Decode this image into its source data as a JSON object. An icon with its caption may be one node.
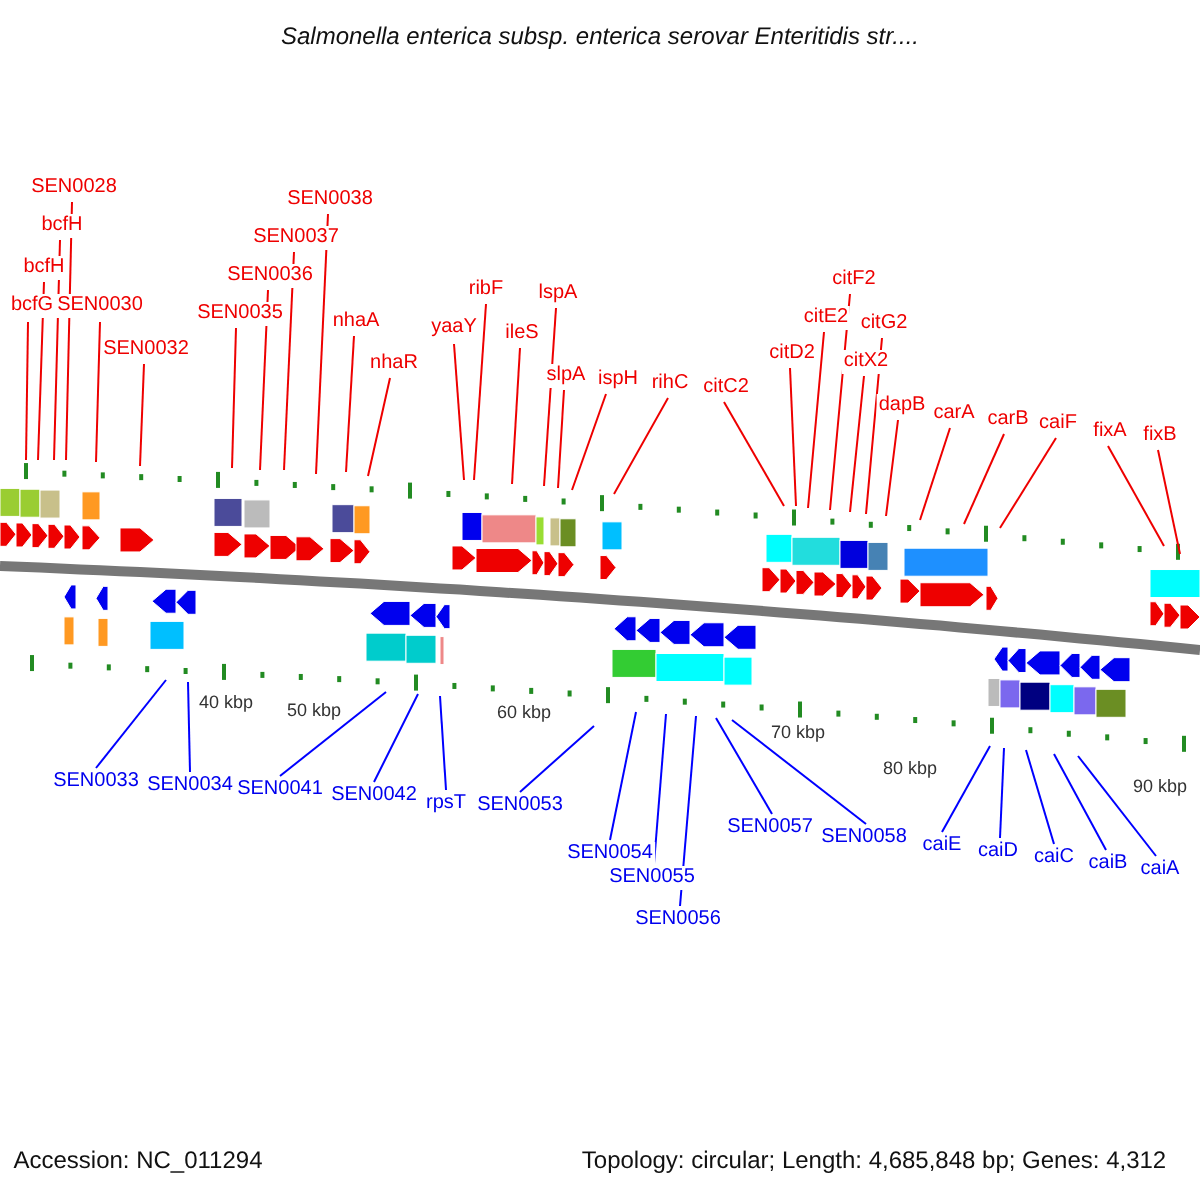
{
  "diagram": {
    "title": "Salmonella enterica subsp. enterica serovar Enteritidis str....",
    "nodes": [
      {
        "text": [
          "bcfG"
        ]
      },
      {
        "text": [
          "bcfH"
        ]
      },
      {
        "text": [
          "bcfH"
        ]
      },
      {
        "text": [
          "SEN0028"
        ]
      },
      {
        "text": [
          "SEN0030"
        ]
      },
      {
        "text": [
          "SEN0032"
        ]
      },
      {
        "text": [
          "SEN0035"
        ]
      },
      {
        "text": [
          "SEN0036"
        ]
      },
      {
        "text": [
          "SEN0037"
        ]
      },
      {
        "text": [
          "SEN0038"
        ]
      },
      {
        "text": [
          "nhaA"
        ]
      },
      {
        "text": [
          "nhaR"
        ]
      },
      {
        "text": [
          "yaaY"
        ]
      },
      {
        "text": [
          "ribF"
        ]
      },
      {
        "text": [
          "ileS"
        ]
      },
      {
        "text": [
          "lspA"
        ]
      },
      {
        "text": [
          "slpA"
        ]
      },
      {
        "text": [
          "ispH"
        ]
      },
      {
        "text": [
          "rihC"
        ]
      },
      {
        "text": [
          "citC2"
        ]
      },
      {
        "text": [
          "citD2"
        ]
      },
      {
        "text": [
          "citE2"
        ]
      },
      {
        "text": [
          "citF2"
        ]
      },
      {
        "text": [
          "citX2"
        ]
      },
      {
        "text": [
          "citG2"
        ]
      },
      {
        "text": [
          "dapB"
        ]
      },
      {
        "text": [
          "carA"
        ]
      },
      {
        "text": [
          "carB"
        ]
      },
      {
        "text": [
          "caiF"
        ]
      },
      {
        "text": [
          "fixA"
        ]
      },
      {
        "text": [
          "fixB"
        ]
      },
      {
        "text": [
          "SEN0033"
        ]
      },
      {
        "text": [
          "SEN0034"
        ]
      },
      {
        "text": [
          "SEN0041"
        ]
      },
      {
        "text": [
          "SEN0042"
        ]
      },
      {
        "text": [
          "rpsT"
        ]
      },
      {
        "text": [
          "SEN0053"
        ]
      },
      {
        "text": [
          "SEN0054"
        ]
      },
      {
        "text": [
          "SEN0055"
        ]
      },
      {
        "text": [
          "SEN0056"
        ]
      },
      {
        "text": [
          "SEN0057"
        ]
      },
      {
        "text": [
          "SEN0058"
        ]
      },
      {
        "text": [
          "caiE"
        ]
      },
      {
        "text": [
          "caiD"
        ]
      },
      {
        "text": [
          "caiC"
        ]
      },
      {
        "text": [
          "caiB"
        ]
      },
      {
        "text": [
          "caiA"
        ]
      }
    ],
    "edges": [
      {
        "from": 0,
        "to": null,
        "arrow": "none"
      },
      {
        "from": 1,
        "to": null,
        "arrow": "none"
      },
      {
        "from": 2,
        "to": null,
        "arrow": "none"
      },
      {
        "from": 3,
        "to": null,
        "arrow": "none"
      },
      {
        "from": 4,
        "to": null,
        "arrow": "none"
      },
      {
        "from": 5,
        "to": null,
        "arrow": "none"
      },
      {
        "from": 6,
        "to": null,
        "arrow": "none"
      },
      {
        "from": 7,
        "to": null,
        "arrow": "none"
      },
      {
        "from": 8,
        "to": null,
        "arrow": "none"
      },
      {
        "from": 9,
        "to": null,
        "arrow": "none"
      },
      {
        "from": 10,
        "to": null,
        "arrow": "none"
      },
      {
        "from": 11,
        "to": null,
        "arrow": "none"
      },
      {
        "from": 12,
        "to": null,
        "arrow": "none"
      },
      {
        "from": 13,
        "to": null,
        "arrow": "none"
      },
      {
        "from": 14,
        "to": null,
        "arrow": "none"
      },
      {
        "from": 15,
        "to": null,
        "arrow": "none"
      },
      {
        "from": 16,
        "to": null,
        "arrow": "none"
      },
      {
        "from": 17,
        "to": null,
        "arrow": "none"
      },
      {
        "from": 18,
        "to": null,
        "arrow": "none"
      },
      {
        "from": 19,
        "to": null,
        "arrow": "none"
      },
      {
        "from": 20,
        "to": null,
        "arrow": "none"
      },
      {
        "from": 21,
        "to": null,
        "arrow": "none"
      },
      {
        "from": 22,
        "to": null,
        "arrow": "none"
      },
      {
        "from": 23,
        "to": null,
        "arrow": "none"
      },
      {
        "from": 24,
        "to": null,
        "arrow": "none"
      },
      {
        "from": 25,
        "to": null,
        "arrow": "none"
      },
      {
        "from": 26,
        "to": null,
        "arrow": "none"
      },
      {
        "from": 27,
        "to": null,
        "arrow": "none"
      },
      {
        "from": 28,
        "to": null,
        "arrow": "none"
      },
      {
        "from": 29,
        "to": null,
        "arrow": "none"
      },
      {
        "from": 30,
        "to": null,
        "arrow": "none"
      },
      {
        "from": 31,
        "to": null,
        "arrow": "none",
        "color": "#0000ff"
      },
      {
        "from": 32,
        "to": null,
        "arrow": "none",
        "color": "#0000ff"
      },
      {
        "from": 33,
        "to": null,
        "arrow": "none",
        "color": "#0000ff"
      },
      {
        "from": 34,
        "to": null,
        "arrow": "none",
        "color": "#0000ff"
      },
      {
        "from": 35,
        "to": null,
        "arrow": "none",
        "color": "#0000ff"
      },
      {
        "from": 36,
        "to": null,
        "arrow": "none",
        "color": "#0000ff"
      },
      {
        "from": 37,
        "to": null,
        "arrow": "none",
        "color": "#0000ff"
      },
      {
        "from": 38,
        "to": null,
        "arrow": "none",
        "color": "#0000ff"
      },
      {
        "from": 39,
        "to": null,
        "arrow": "none",
        "color": "#0000ff"
      },
      {
        "from": 40,
        "to": null,
        "arrow": "none",
        "color": "#0000ff"
      },
      {
        "from": 41,
        "to": null,
        "arrow": "none",
        "color": "#0000ff"
      },
      {
        "from": 42,
        "to": null,
        "arrow": "none",
        "color": "#0000ff"
      },
      {
        "from": 43,
        "to": null,
        "arrow": "none",
        "color": "#0000ff"
      },
      {
        "from": 44,
        "to": null,
        "arrow": "none",
        "color": "#0000ff"
      },
      {
        "from": 45,
        "to": null,
        "arrow": "none",
        "color": "#0000ff"
      },
      {
        "from": 46,
        "to": null,
        "arrow": "none",
        "color": "#0000ff"
      }
    ],
    "labels": [
      "40 kbp",
      "50 kbp",
      "60 kbp",
      "70 kbp",
      "80 kbp",
      "90 kbp",
      "Accession: NC_011294",
      "Topology: circular; Length: 4,685,848 bp; Genes: 4,312"
    ]
  }
}
